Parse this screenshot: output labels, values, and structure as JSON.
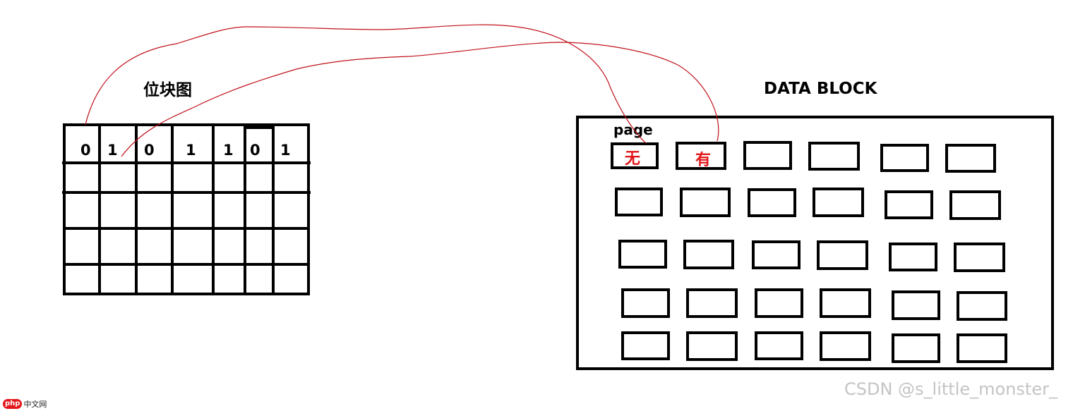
{
  "bitmap": {
    "title": "位块图",
    "bits": [
      "0",
      "1",
      "0",
      "1",
      "1",
      "0",
      "1"
    ]
  },
  "data_block": {
    "title": "DATA BLOCK",
    "page_label": "page",
    "first_page_mark": "无",
    "second_page_mark": "有"
  },
  "watermark": "CSDN @s_little_monster_",
  "logo": {
    "badge": "php",
    "text": "中文网"
  },
  "colors": {
    "link_lines": "#c0111b",
    "page_marks": "#e3161b",
    "outline": "#000000"
  }
}
